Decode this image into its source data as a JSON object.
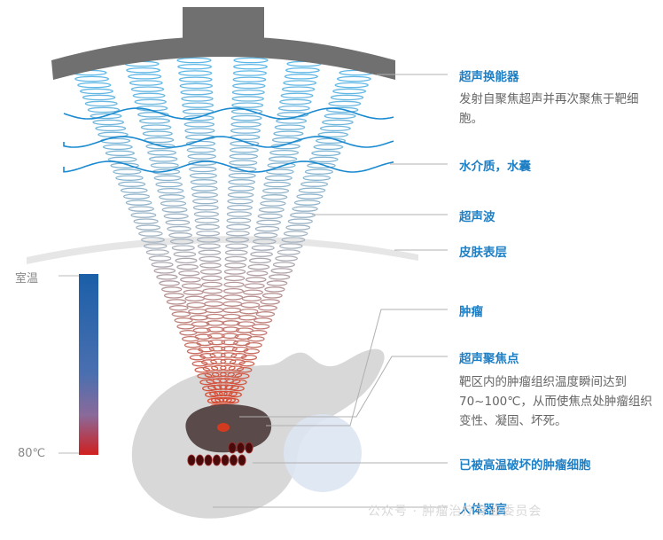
{
  "labels": {
    "transducer": "超声换能器",
    "transducer_desc": "发射自聚焦超声并再次聚焦于靶细胞。",
    "water": "水介质，水囊",
    "wave": "超声波",
    "skin": "皮肤表层",
    "tumor": "肿瘤",
    "focus": "超声聚焦点",
    "focus_desc": "靶区内的肿瘤组织温度瞬间达到70~100℃，从而使焦点处肿瘤组织变性、凝固、坏死。",
    "destroyed": "已被高温破坏的肿瘤细胞",
    "organ": "人体器官"
  },
  "temperature": {
    "top": "室温",
    "bottom": "80℃"
  },
  "watermark": "公众号 · 肿瘤治疗专业委员会",
  "colors": {
    "accent": "#1f7fc4",
    "transducer": "#707070",
    "beam_top": "#5ab8e8",
    "beam_bottom": "#e03a1c",
    "organ": "#d8d8d8",
    "tumor": "#5a4a4a",
    "destroyed_cell": "#4a0a0a",
    "temp_high": "#d01f1f",
    "temp_low": "#1a5fa8"
  }
}
